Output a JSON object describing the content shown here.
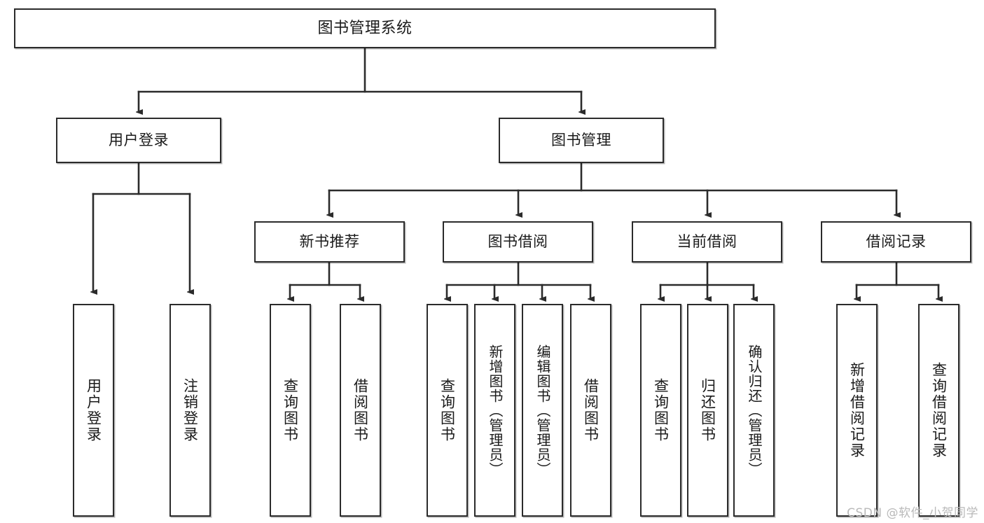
{
  "diagram": {
    "type": "tree",
    "title": "图书管理系统",
    "stroke_color": "#2b2b2b",
    "fill_color": "#ffffff",
    "text_color": "#1a1a1a"
  },
  "root": {
    "label": "图书管理系统"
  },
  "level2": [
    {
      "label": "用户登录"
    },
    {
      "label": "图书管理"
    }
  ],
  "level3": [
    {
      "label": "新书推荐"
    },
    {
      "label": "图书借阅"
    },
    {
      "label": "当前借阅"
    },
    {
      "label": "借阅记录"
    }
  ],
  "leaves": {
    "user_login": [
      {
        "label": "用户登录"
      },
      {
        "label": "注销登录"
      }
    ],
    "new_book": [
      {
        "label": "查询图书"
      },
      {
        "label": "借阅图书"
      }
    ],
    "book_borrow": [
      {
        "label": "查询图书"
      },
      {
        "label": "新增图书（管理员）"
      },
      {
        "label": "编辑图书（管理员）"
      },
      {
        "label": "借阅图书"
      }
    ],
    "current_borrow": [
      {
        "label": "查询图书"
      },
      {
        "label": "归还图书"
      },
      {
        "label": "确认归还（管理员）"
      }
    ],
    "borrow_record": [
      {
        "label": "新增借阅记录"
      },
      {
        "label": "查询借阅记录"
      }
    ]
  },
  "watermark": {
    "text": "CSDN @软件_小贺同学"
  }
}
